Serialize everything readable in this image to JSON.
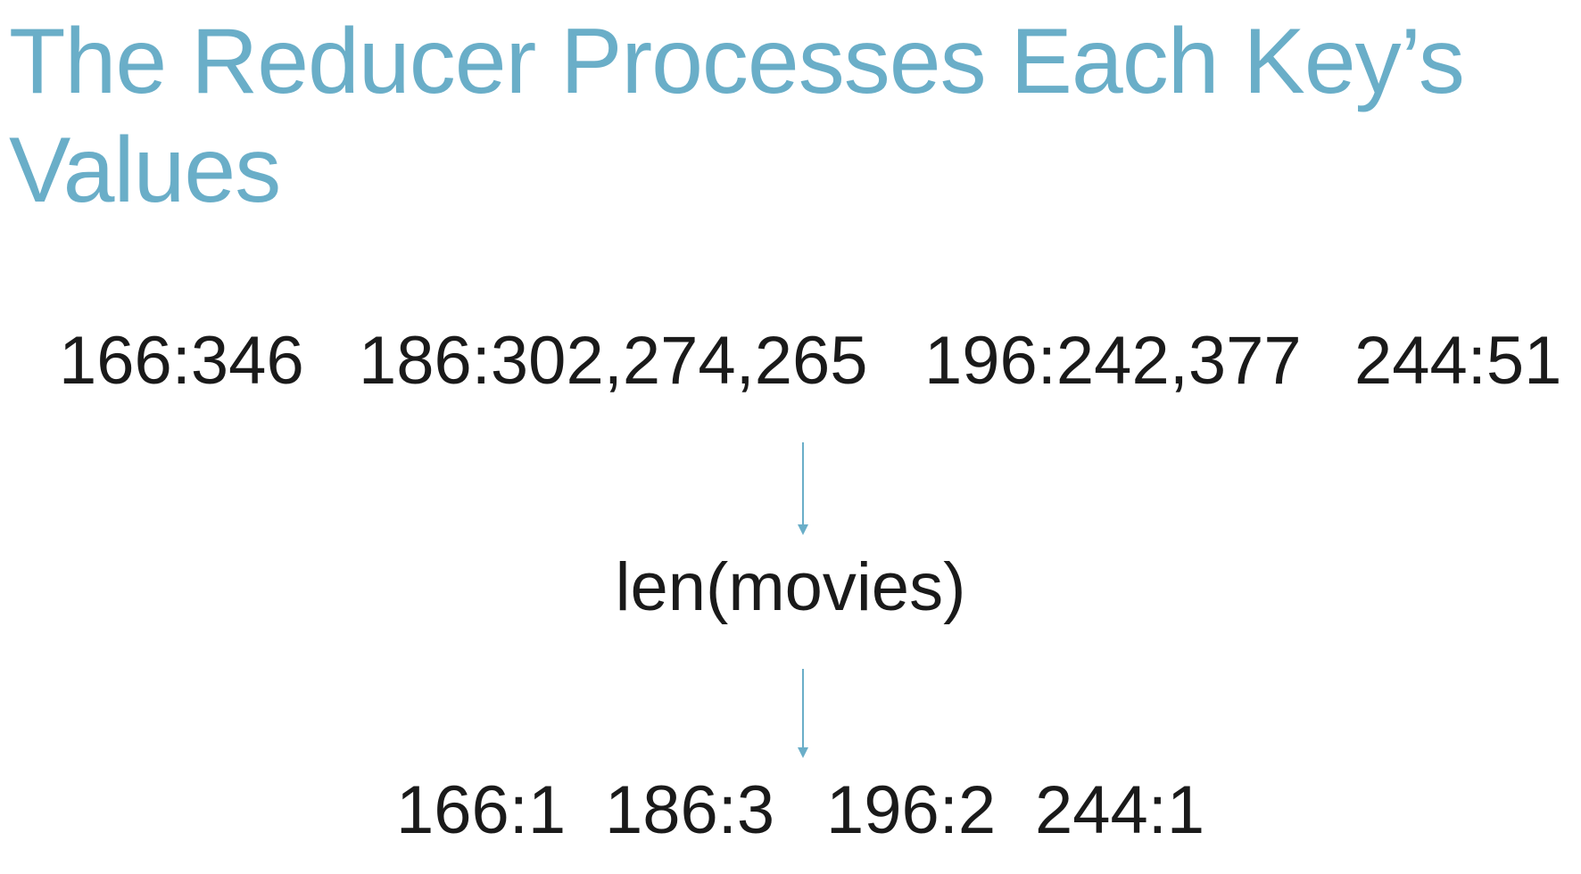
{
  "slide": {
    "title": "The Reducer Processes Each Key’s Values",
    "colors": {
      "title": "#6aaec8",
      "text": "#1a1a1a",
      "arrow": "#6aaec8"
    }
  },
  "flow": {
    "input": [
      "166:346",
      "186:302,274,265",
      "196:242,377",
      "244:51"
    ],
    "operation": "len(movies)",
    "output": [
      "166:1",
      "186:3",
      "196:2",
      "244:1"
    ]
  }
}
